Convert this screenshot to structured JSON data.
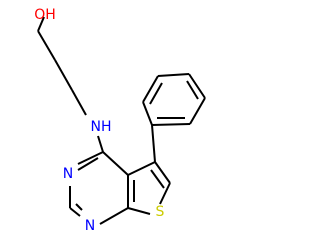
{
  "atoms": {
    "oh": "OH",
    "nh": "NH",
    "n_upper": "N",
    "n_lower": "N",
    "s": "S"
  },
  "colors": {
    "oxygen": "#ff0000",
    "nitrogen": "#0000ff",
    "sulfur": "#cccc00",
    "bond": "#000000"
  }
}
